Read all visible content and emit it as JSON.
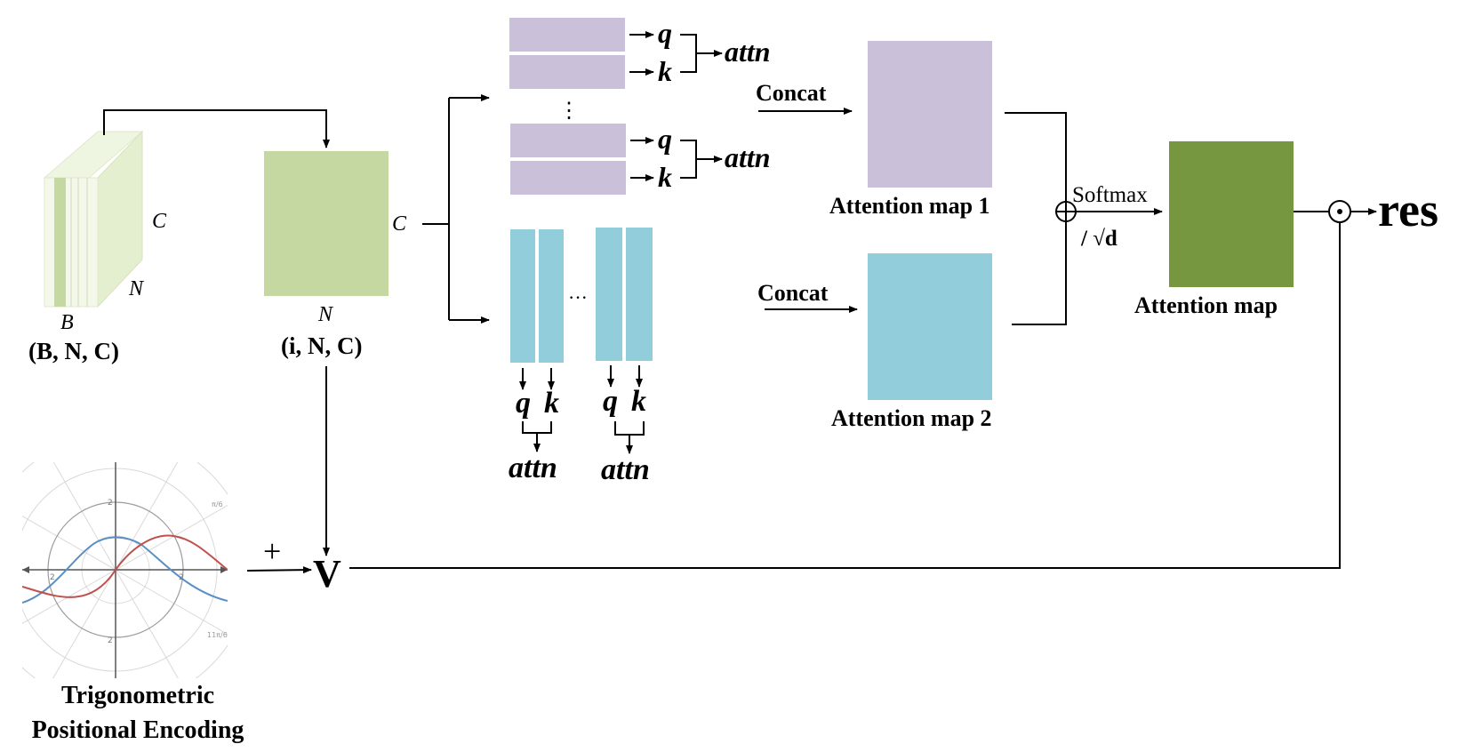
{
  "input_tensor": {
    "dim_c": "C",
    "dim_n": "N",
    "dim_b": "B",
    "shape_label": "(B, N, C)"
  },
  "projected": {
    "dim_c": "C",
    "dim_n": "N",
    "shape_label": "(i, N, C)"
  },
  "attention": {
    "q": "q",
    "k": "k",
    "attn": "attn",
    "vdots": "⋮",
    "hdots": "···"
  },
  "concat": {
    "label_1": "Concat",
    "label_2": "Concat"
  },
  "maps": {
    "map1": "Attention map 1",
    "map2": "Attention map 2",
    "final": "Attention map"
  },
  "ops": {
    "softmax": "Softmax",
    "scale": "/  √d",
    "plus": "+",
    "value": "V",
    "result": "res"
  },
  "encoding": {
    "line1": "Trigonometric",
    "line2": "Positional Encoding",
    "plot_ticks": [
      "2",
      "2",
      "2",
      "2"
    ],
    "angle_1": "π/6",
    "angle_2": "11π/6"
  },
  "colors": {
    "lavender": "#cbc0d9",
    "cyan": "#92cddb",
    "light_green": "#c5d8a1",
    "pale_green": "#e3efce",
    "dark_green": "#779640",
    "sine_blue": "#5b8fc4",
    "sine_red": "#c0504d"
  }
}
